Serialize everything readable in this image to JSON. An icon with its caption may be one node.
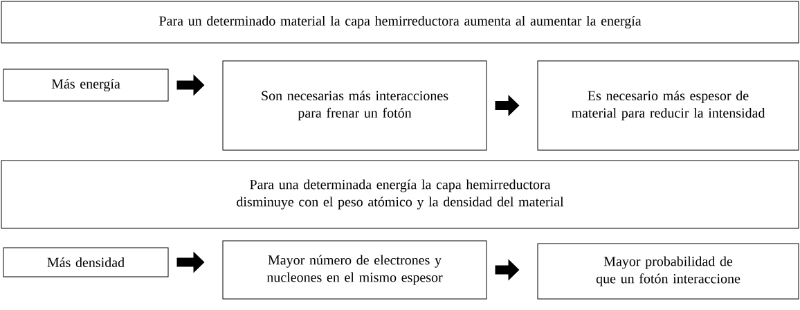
{
  "diagram": {
    "nodes": [
      {
        "text": [
          "Para un determinado material la capa hemirreductora aumenta al aumentar la energía"
        ]
      },
      {
        "text": [
          "Más energía"
        ]
      },
      {
        "text": [
          "Son necesarias más interacciones para frenar un fotón"
        ]
      },
      {
        "text": [
          "Es necesario más espesor de material para reducir la intensidad"
        ]
      },
      {
        "text": [
          "Para una determinada energía la capa hemirreductora disminuye con el peso atómico y la densidad del material"
        ]
      },
      {
        "text": [
          "Más densidad"
        ]
      },
      {
        "text": [
          "Mayor número de electrones y nucleones en el mismo espesor"
        ]
      },
      {
        "text": [
          "Mayor probabilidad de que un fotón interaccione"
        ]
      }
    ],
    "edges": [
      {
        "from": 1,
        "to": 2,
        "arrow": "to"
      },
      {
        "from": 2,
        "to": 3,
        "arrow": "to"
      },
      {
        "from": 5,
        "to": 6,
        "arrow": "to"
      },
      {
        "from": 6,
        "to": 7,
        "arrow": "to"
      }
    ]
  }
}
